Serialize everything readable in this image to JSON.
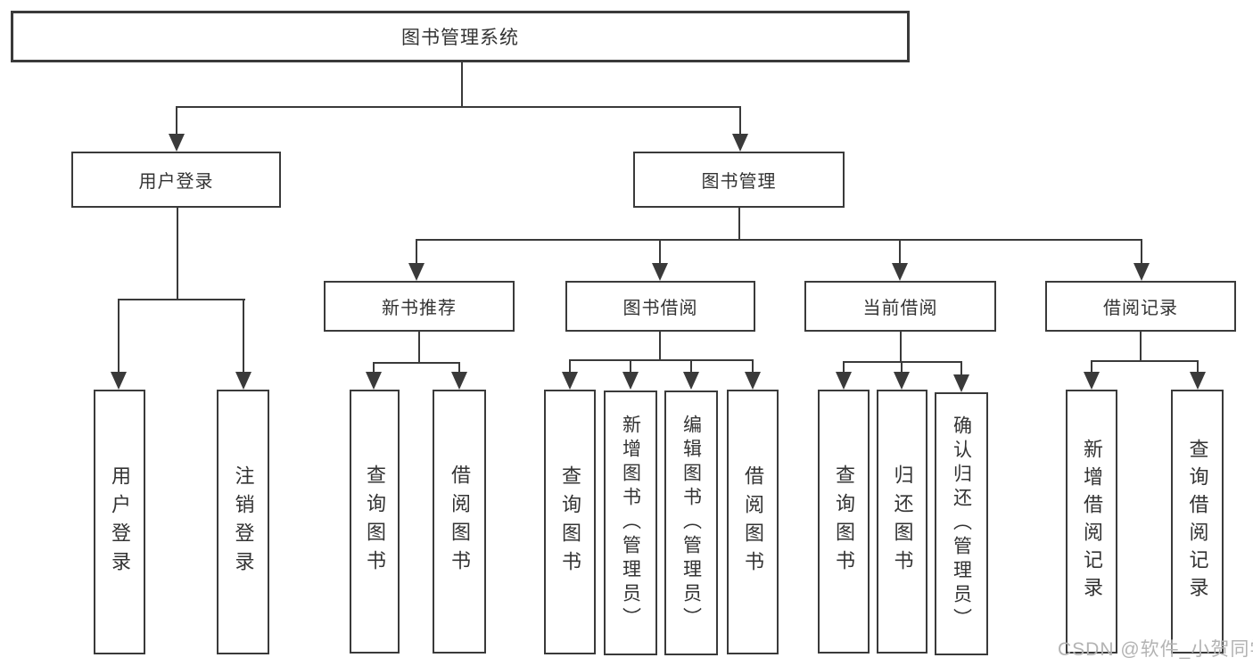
{
  "diagram": {
    "root": "图书管理系统",
    "branches": [
      {
        "label": "用户登录",
        "children": [
          "用户登录",
          "注销登录"
        ]
      },
      {
        "label": "图书管理",
        "groups": [
          {
            "label": "新书推荐",
            "children": [
              "查询图书",
              "借阅图书"
            ]
          },
          {
            "label": "图书借阅",
            "children": [
              "查询图书",
              "新增图书（管理员）",
              "编辑图书（管理员）",
              "借阅图书"
            ]
          },
          {
            "label": "当前借阅",
            "children": [
              "查询图书",
              "归还图书",
              "确认归还（管理员）"
            ]
          },
          {
            "label": "借阅记录",
            "children": [
              "新增借阅记录",
              "查询借阅记录"
            ]
          }
        ]
      }
    ]
  },
  "watermark": "CSDN @软件_小贺同学",
  "colors": {
    "line": "#3a3a3a",
    "text": "#333333",
    "watermark": "#b3b3b3",
    "background": "#ffffff"
  }
}
